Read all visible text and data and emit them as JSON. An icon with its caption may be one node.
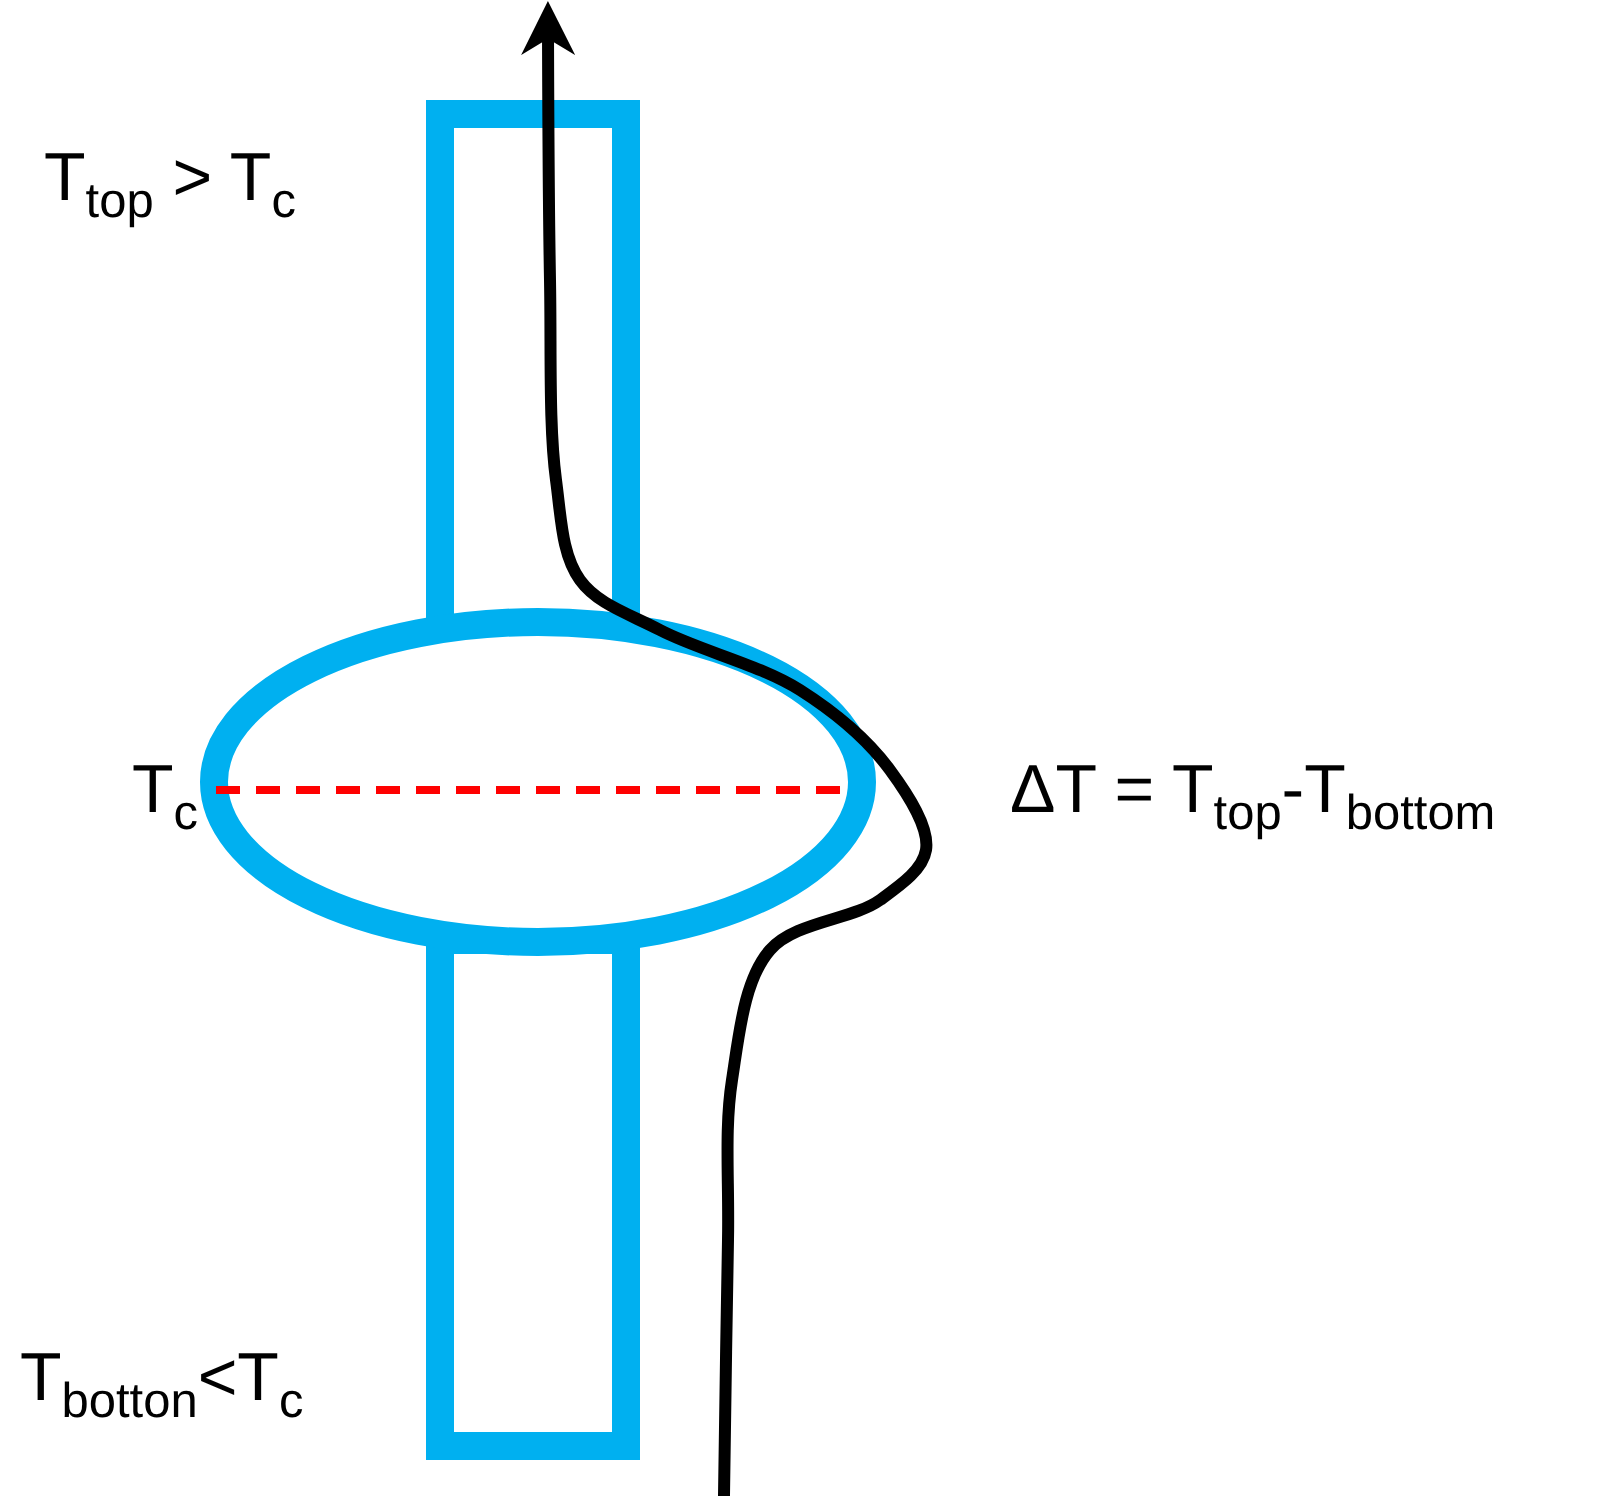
{
  "diagram": {
    "labels": [
      "T$_{top}$ > T$_{c}$",
      "T$_{c}$",
      "ΔT = T$_{top}$-T$_{bottom}$",
      "T$_{botton}$<T$_{c}$"
    ]
  }
}
